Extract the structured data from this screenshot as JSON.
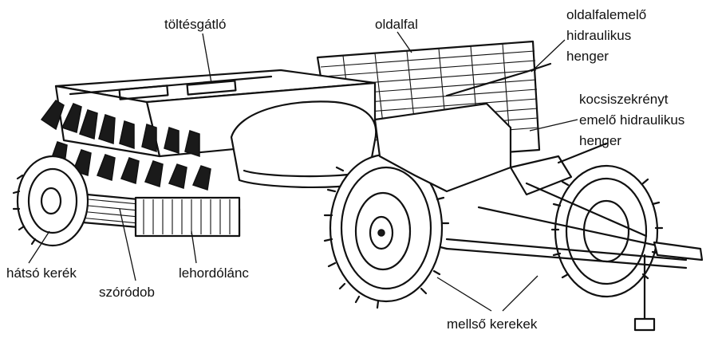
{
  "labels": {
    "toltesgatlo": "töltésgátló",
    "oldalfal": "oldalfal",
    "oldalfalemelo": [
      "oldalfalemelő",
      "hidraulikus",
      "henger"
    ],
    "kocsiszekrenyt": [
      "kocsiszekrényt",
      "emelő hidraulikus",
      "henger"
    ],
    "hatso_kerek": "hátsó kerék",
    "szorodob": "szóródob",
    "lehordolanc": "lehordólánc",
    "mello_kerekek": "mellső kerekek"
  }
}
